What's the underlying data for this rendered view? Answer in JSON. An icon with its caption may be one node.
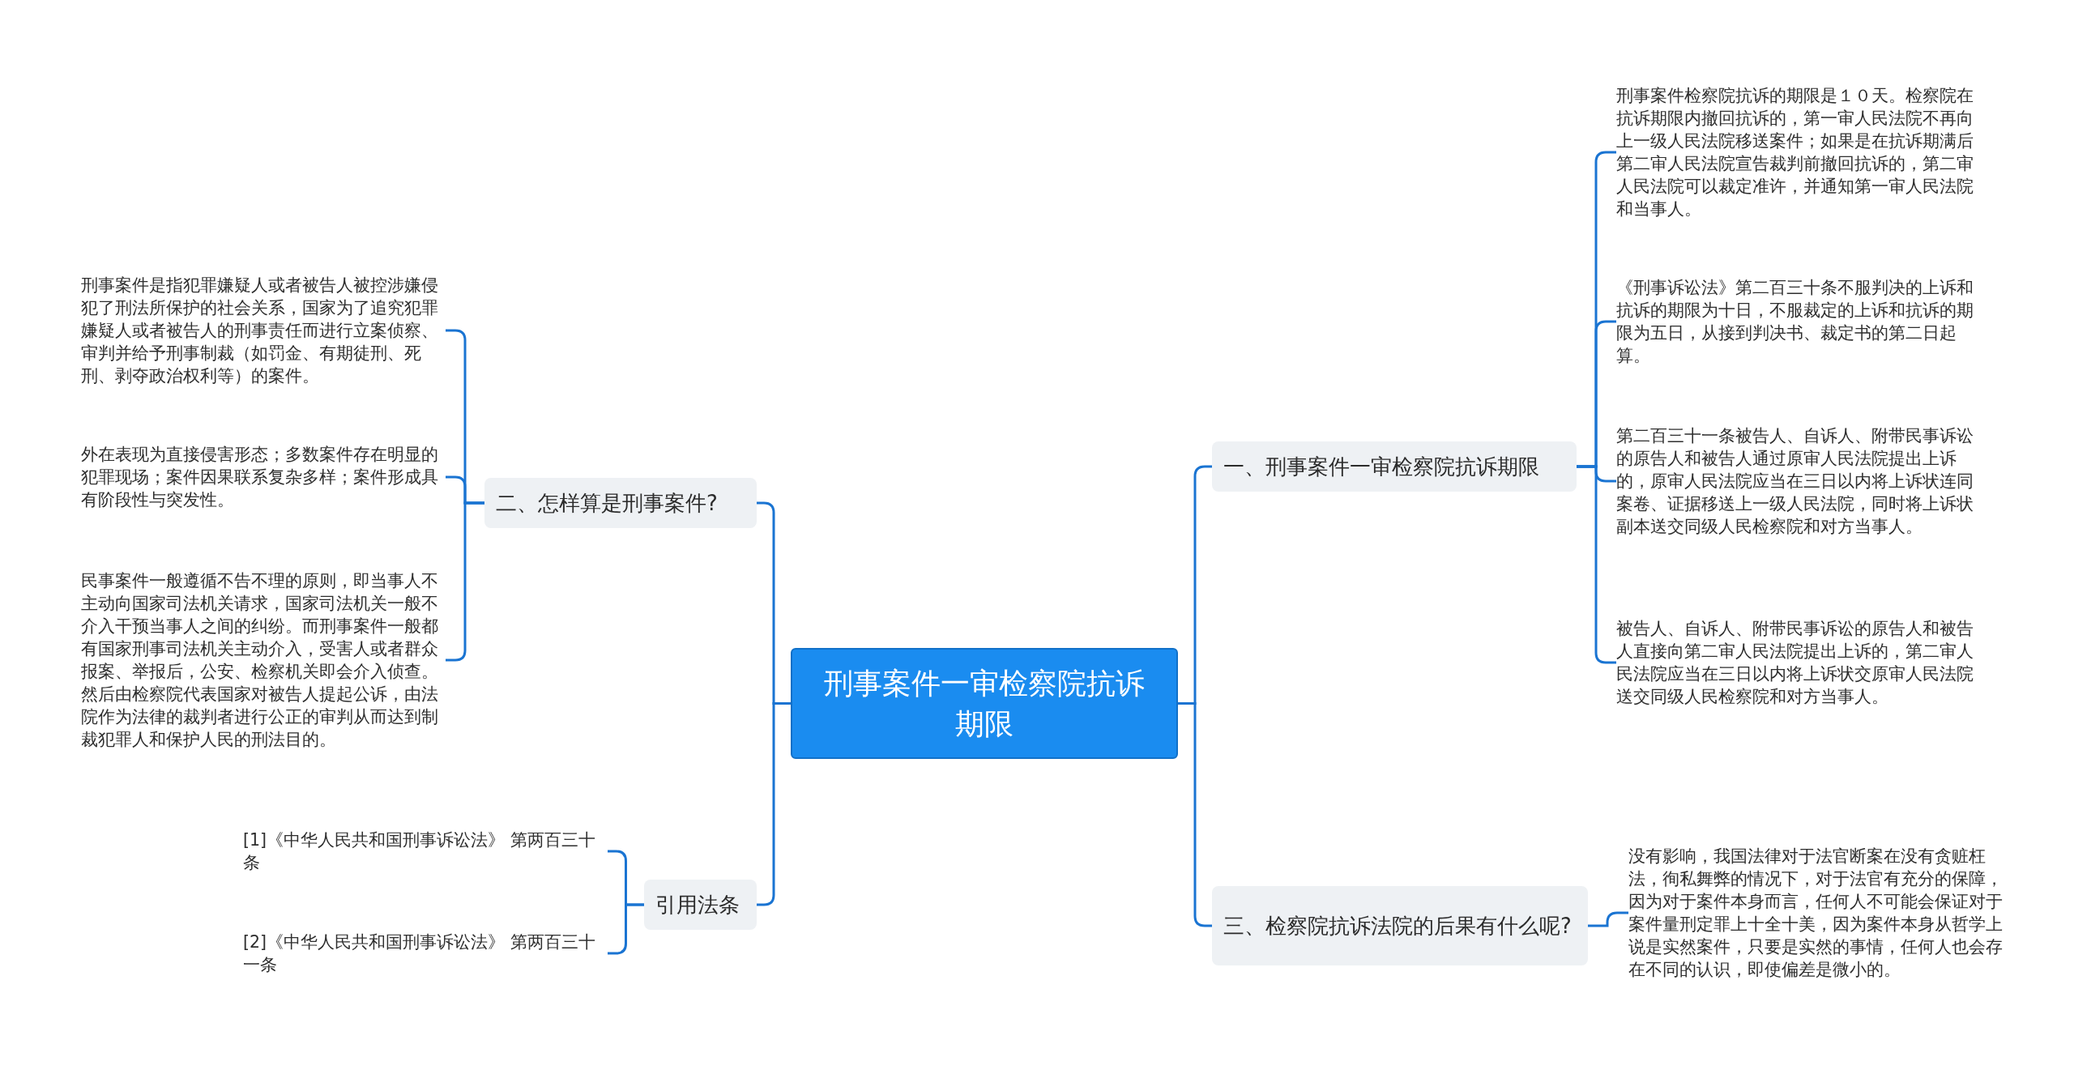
{
  "diagram": {
    "nodes": [
      {
        "text": [
          "刑事案件一审检察院抗诉期限"
        ]
      },
      {
        "text": [
          "一、刑事案件一审检察院抗诉期限"
        ]
      },
      {
        "text": [
          "刑事案件检察院抗诉的期限是１０天。检察院在抗诉期限内撤回抗诉的，第一审人民法院不再向上一级人民法院移送案件；如果是在抗诉期满后第二审人民法院宣告裁判前撤回抗诉的，第二审人民法院可以裁定准许，并通知第一审人民法院和当事人。"
        ]
      },
      {
        "text": [
          "《刑事诉讼法》第二百三十条不服判决的上诉和抗诉的期限为十日，不服裁定的上诉和抗诉的期限为五日，从接到判决书、裁定书的第二日起算。"
        ]
      },
      {
        "text": [
          "第二百三十一条被告人、自诉人、附带民事诉讼的原告人和被告人通过原审人民法院提出上诉的，原审人民法院应当在三日以内将上诉状连同案卷、证据移送上一级人民法院，同时将上诉状副本送交同级人民检察院和对方当事人。"
        ]
      },
      {
        "text": [
          "被告人、自诉人、附带民事诉讼的原告人和被告人直接向第二审人民法院提出上诉的，第二审人民法院应当在三日以内将上诉状交原审人民法院送交同级人民检察院和对方当事人。"
        ]
      },
      {
        "text": [
          "三、检察院抗诉法院的后果有什么呢?"
        ]
      },
      {
        "text": [
          "没有影响，我国法律对于法官断案在没有贪赃枉法，徇私舞弊的情况下，对于法官有充分的保障，因为对于案件本身而言，任何人不可能会保证对于案件量刑定罪上十全十美，因为案件本身从哲学上说是实然案件，只要是实然的事情，任何人也会存在不同的认识，即使偏差是微小的。"
        ]
      },
      {
        "text": [
          "二、怎样算是刑事案件?"
        ]
      },
      {
        "text": [
          "刑事案件是指犯罪嫌疑人或者被告人被控涉嫌侵犯了刑法所保护的社会关系，国家为了追究犯罪嫌疑人或者被告人的刑事责任而进行立案侦察、审判并给予刑事制裁（如罚金、有期徒刑、死刑、剥夺政治权利等）的案件。"
        ]
      },
      {
        "text": [
          "外在表现为直接侵害形态；多数案件存在明显的犯罪现场；案件因果联系复杂多样；案件形成具有阶段性与突发性。"
        ]
      },
      {
        "text": [
          "民事案件一般遵循不告不理的原则，即当事人不主动向国家司法机关请求，国家司法机关一般不介入干预当事人之间的纠纷。而刑事案件一般都有国家刑事司法机关主动介入，受害人或者群众报案、举报后，公安、检察机关即会介入侦查。然后由检察院代表国家对被告人提起公诉，由法院作为法律的裁判者进行公正的审判从而达到制裁犯罪人和保护人民的刑法目的。"
        ]
      },
      {
        "text": [
          "引用法条"
        ]
      },
      {
        "text": [
          "[1]《中华人民共和国刑事诉讼法》 第两百三十条"
        ]
      },
      {
        "text": [
          "[2]《中华人民共和国刑事诉讼法》 第两百三十一条"
        ]
      }
    ],
    "edges": [
      {
        "from": 0,
        "to": 1,
        "arrow": "none"
      },
      {
        "from": 1,
        "to": 2,
        "arrow": "none"
      },
      {
        "from": 1,
        "to": 3,
        "arrow": "none"
      },
      {
        "from": 1,
        "to": 4,
        "arrow": "none"
      },
      {
        "from": 1,
        "to": 5,
        "arrow": "none"
      },
      {
        "from": 0,
        "to": 6,
        "arrow": "none"
      },
      {
        "from": 6,
        "to": 7,
        "arrow": "none"
      },
      {
        "from": 0,
        "to": 8,
        "arrow": "none"
      },
      {
        "from": 8,
        "to": 9,
        "arrow": "none"
      },
      {
        "from": 8,
        "to": 10,
        "arrow": "none"
      },
      {
        "from": 8,
        "to": 11,
        "arrow": "none"
      },
      {
        "from": 0,
        "to": 12,
        "arrow": "none"
      },
      {
        "from": 12,
        "to": 13,
        "arrow": "none"
      },
      {
        "from": 12,
        "to": 14,
        "arrow": "none"
      }
    ]
  }
}
